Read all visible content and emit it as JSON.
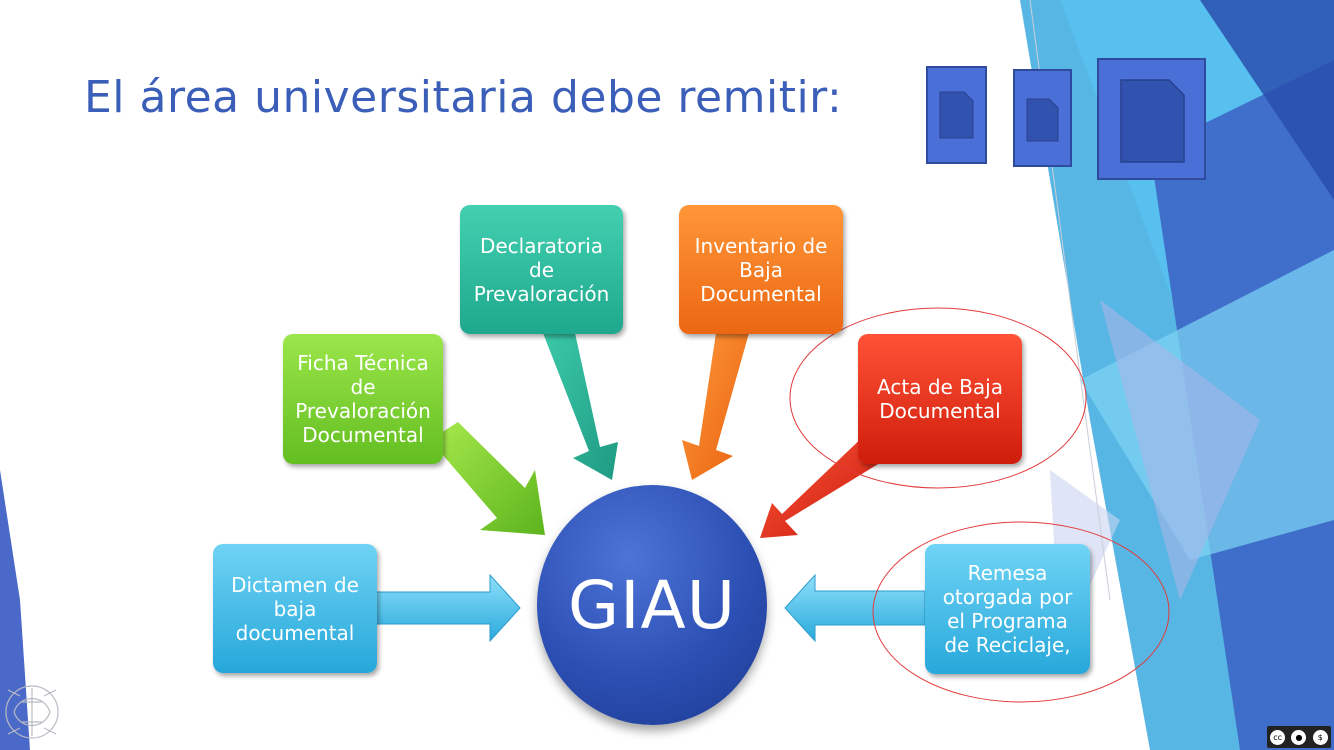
{
  "slide": {
    "title": "El área universitaria debe remitir:"
  },
  "diagram": {
    "center": "GIAU",
    "items": [
      {
        "label": "Dictamen de\nbaja\ndocumental",
        "color": "#3bb7e6"
      },
      {
        "label": "Ficha Técnica\nde\nPrevaloración\nDocumental",
        "color": "#7ccf2b"
      },
      {
        "label": "Declaratoria\nde\nPrevaloración",
        "color": "#2bb59a"
      },
      {
        "label": "Inventario de\nBaja\nDocumental",
        "color": "#f47a20"
      },
      {
        "label": "Acta de Baja\nDocumental",
        "color": "#e0301e"
      },
      {
        "label": "Remesa\notorgada por\nel Programa\nde Reciclaje,",
        "color": "#3bb7e6"
      }
    ]
  },
  "icons": [
    "document-icon",
    "document-icon",
    "document-icon"
  ],
  "colors": {
    "accent": "#3b5fb8",
    "hub": "#2c4fb3",
    "highlight": "#e23a3a"
  }
}
